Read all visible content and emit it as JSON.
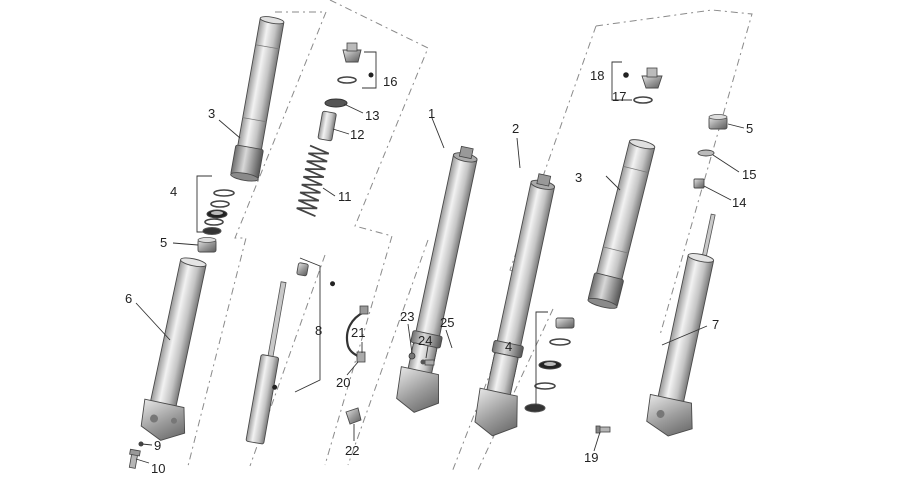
{
  "diagram": {
    "labels": [
      {
        "id": "l1",
        "text": "1"
      },
      {
        "id": "l2",
        "text": "2"
      },
      {
        "id": "l3a",
        "text": "3"
      },
      {
        "id": "l3b",
        "text": "3"
      },
      {
        "id": "l4a",
        "text": "4"
      },
      {
        "id": "l4b",
        "text": "4"
      },
      {
        "id": "l5a",
        "text": "5"
      },
      {
        "id": "l5b",
        "text": "5"
      },
      {
        "id": "l6",
        "text": "6"
      },
      {
        "id": "l7",
        "text": "7"
      },
      {
        "id": "l8",
        "text": "8"
      },
      {
        "id": "l9",
        "text": "9"
      },
      {
        "id": "l10",
        "text": "10"
      },
      {
        "id": "l11",
        "text": "11"
      },
      {
        "id": "l12",
        "text": "12"
      },
      {
        "id": "l13",
        "text": "13"
      },
      {
        "id": "l14",
        "text": "14"
      },
      {
        "id": "l15",
        "text": "15"
      },
      {
        "id": "l16",
        "text": "16"
      },
      {
        "id": "l17",
        "text": "17"
      },
      {
        "id": "l18",
        "text": "18"
      },
      {
        "id": "l19",
        "text": "19"
      },
      {
        "id": "l20",
        "text": "20"
      },
      {
        "id": "l21",
        "text": "21"
      },
      {
        "id": "l22",
        "text": "22"
      },
      {
        "id": "l23",
        "text": "23"
      },
      {
        "id": "l24",
        "text": "24"
      },
      {
        "id": "l25",
        "text": "25"
      }
    ]
  }
}
